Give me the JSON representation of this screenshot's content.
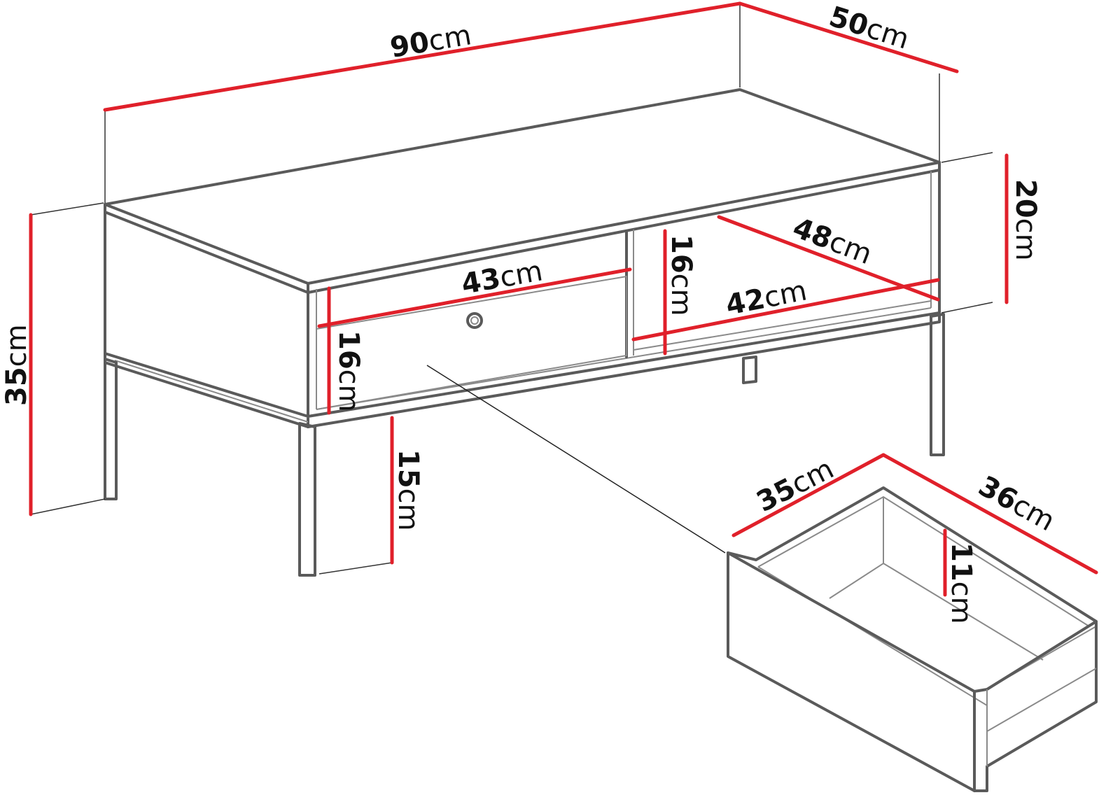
{
  "diagram": {
    "line_color": "#5a5a5a",
    "dimension_color": "#e0202a",
    "unit": "cm",
    "dimensions": {
      "total_width": "90",
      "depth": "50",
      "total_height": "35",
      "top_shelf_height": "20",
      "drawer_front_width": "43",
      "drawer_front_height": "16",
      "compartment_height": "16",
      "compartment_depth": "48",
      "compartment_width": "42",
      "leg_height": "15",
      "drawer_width": "35",
      "drawer_depth": "36",
      "drawer_inner_height": "11"
    }
  }
}
